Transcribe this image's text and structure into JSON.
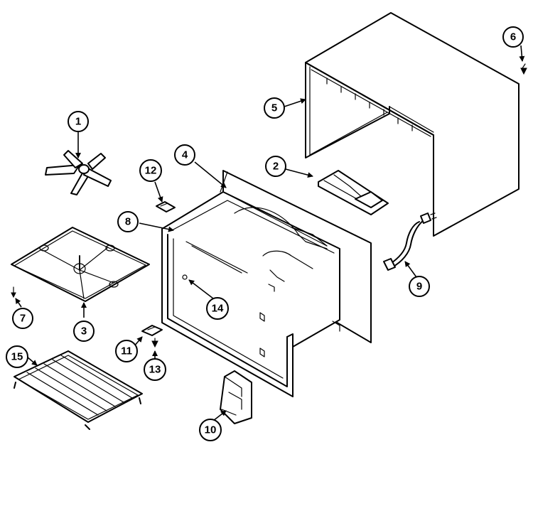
{
  "diagram": {
    "callouts": [
      {
        "id": "callout-1",
        "label": "1"
      },
      {
        "id": "callout-2",
        "label": "2"
      },
      {
        "id": "callout-3",
        "label": "3"
      },
      {
        "id": "callout-4",
        "label": "4"
      },
      {
        "id": "callout-5",
        "label": "5"
      },
      {
        "id": "callout-6",
        "label": "6"
      },
      {
        "id": "callout-7",
        "label": "7"
      },
      {
        "id": "callout-8",
        "label": "8"
      },
      {
        "id": "callout-9",
        "label": "9"
      },
      {
        "id": "callout-10",
        "label": "10"
      },
      {
        "id": "callout-11",
        "label": "11"
      },
      {
        "id": "callout-12",
        "label": "12"
      },
      {
        "id": "callout-13",
        "label": "13"
      },
      {
        "id": "callout-14",
        "label": "14"
      },
      {
        "id": "callout-15",
        "label": "15"
      }
    ]
  }
}
